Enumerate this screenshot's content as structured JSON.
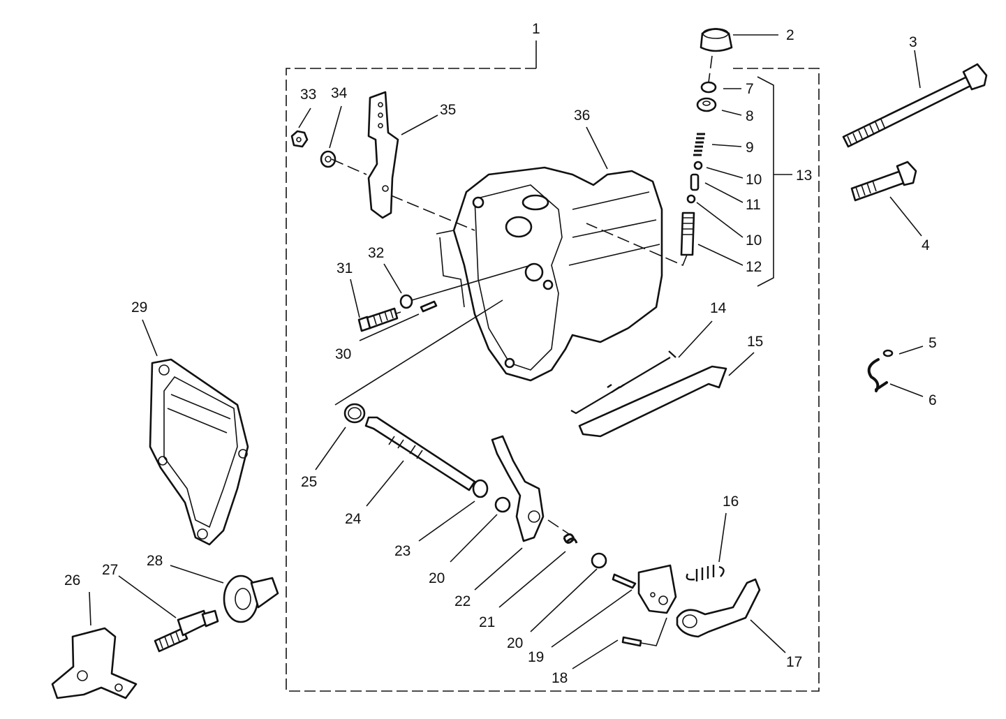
{
  "labels": {
    "l1": "1",
    "l2": "2",
    "l3": "3",
    "l4": "4",
    "l5": "5",
    "l6": "6",
    "l7": "7",
    "l8": "8",
    "l9": "9",
    "l10a": "10",
    "l10b": "10",
    "l11": "11",
    "l12": "12",
    "l13": "13",
    "l14": "14",
    "l15": "15",
    "l16": "16",
    "l17": "17",
    "l18": "18",
    "l19": "19",
    "l20a": "20",
    "l20b": "20",
    "l21": "21",
    "l22": "22",
    "l23": "23",
    "l24": "24",
    "l25": "25",
    "l26": "26",
    "l27": "27",
    "l28": "28",
    "l29": "29",
    "l30": "30",
    "l31": "31",
    "l32": "32",
    "l33": "33",
    "l34": "34",
    "l35": "35",
    "l36": "36"
  }
}
